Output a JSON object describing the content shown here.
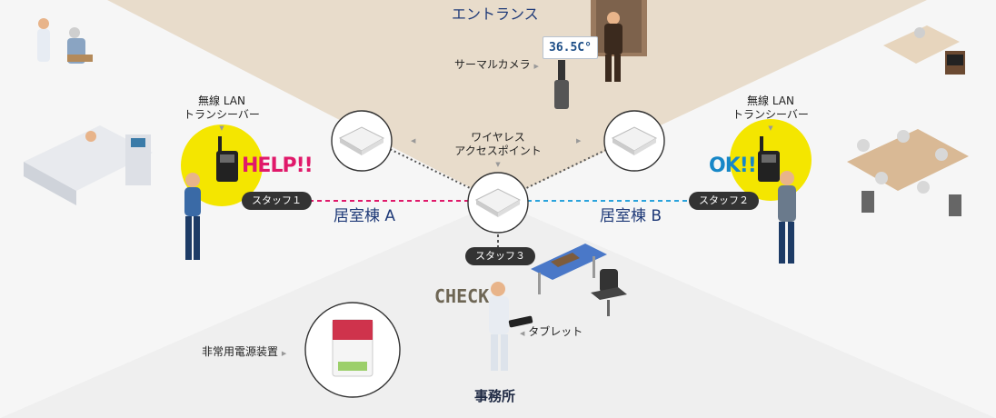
{
  "zones": {
    "entrance": "エントランス",
    "room_a": "居室棟 A",
    "room_b": "居室棟 B",
    "office": "事務所"
  },
  "devices": {
    "thermal_camera": "サーマルカメラ",
    "temperature": "36.5C°",
    "wireless_ap_line1": "ワイヤレス",
    "wireless_ap_line2": "アクセスポイント",
    "transceiver_left_line1": "無線 LAN",
    "transceiver_left_line2": "トランシーバー",
    "transceiver_right_line1": "無線 LAN",
    "transceiver_right_line2": "トランシーバー",
    "tablet": "タブレット",
    "power_supply": "非常用電源装置"
  },
  "staff": {
    "staff1": "スタッフ１",
    "staff2": "スタッフ２",
    "staff3": "スタッフ３"
  },
  "callouts": {
    "help": "HELP!!",
    "ok": "OK!!",
    "check": "CHECK"
  },
  "colors": {
    "entrance_zone": "#e8dccb",
    "floor_zone": "#f2f2f2",
    "highlight": "#f4e600",
    "link_a": "#e0196a",
    "link_b": "#2aa3dc",
    "label_blue": "#1f3a78"
  }
}
